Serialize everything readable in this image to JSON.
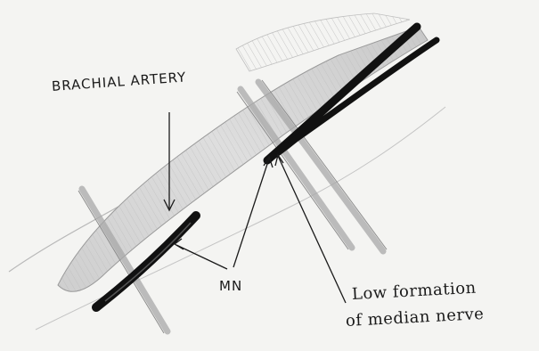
{
  "labels": {
    "brachial_artery": "BRACHIAL ARTERY",
    "mn": "MN",
    "low_formation_line1": "Low formation",
    "low_formation_line2": "of median nerve"
  },
  "colors": {
    "paper": "#f4f4f2",
    "pencil_shade": "#bdbdbd",
    "pencil_dark": "#8a8a8a",
    "nerve": "#111111",
    "ink": "#1a1a1a"
  }
}
